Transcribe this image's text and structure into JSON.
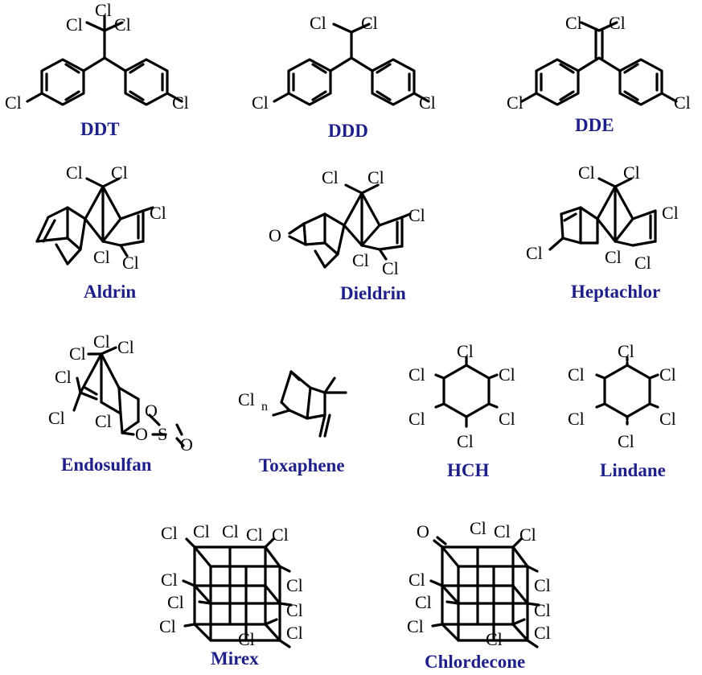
{
  "compounds": [
    {
      "name": "DDT"
    },
    {
      "name": "DDD"
    },
    {
      "name": "DDE"
    },
    {
      "name": "Aldrin"
    },
    {
      "name": "Dieldrin"
    },
    {
      "name": "Heptachlor"
    },
    {
      "name": "Endosulfan"
    },
    {
      "name": "Toxaphene"
    },
    {
      "name": "HCH"
    },
    {
      "name": "Lindane"
    },
    {
      "name": "Mirex"
    },
    {
      "name": "Chlordecone"
    }
  ],
  "atoms": {
    "cl": "Cl",
    "o": "O",
    "s": "S",
    "cln": "Cl",
    "n": "n"
  },
  "colors": {
    "label": "#1f1f8a",
    "bond": "#000000"
  }
}
